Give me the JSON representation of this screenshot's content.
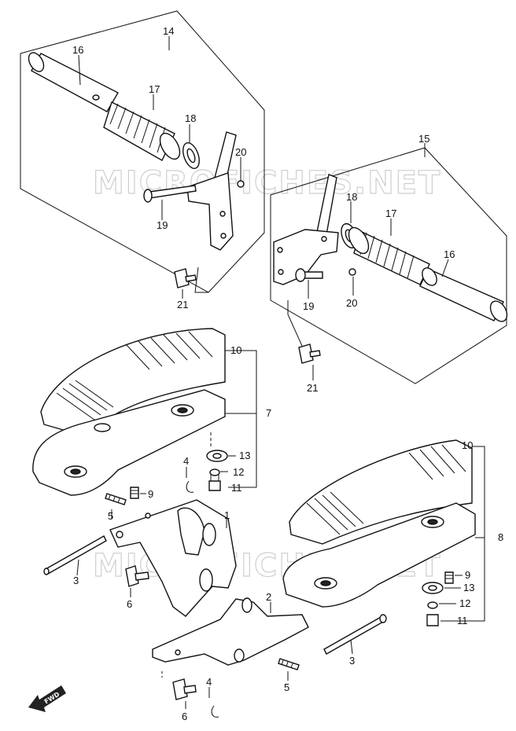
{
  "watermark": "MICROFICHES.NET",
  "fwd_label": "FWD",
  "labels": {
    "l14": "14",
    "l16a": "16",
    "l17a": "17",
    "l18a": "18",
    "l20a": "20",
    "l19a": "19",
    "l21a": "21",
    "l15": "15",
    "l18b": "18",
    "l17b": "17",
    "l16b": "16",
    "l19b": "19",
    "l20b": "20",
    "l21b": "21",
    "l10a": "10",
    "l7": "7",
    "l13a": "13",
    "l4a": "4",
    "l12a": "12",
    "l11a": "11",
    "l9a": "9",
    "l5a": "5",
    "l1": "1",
    "l3a": "3",
    "l6a": "6",
    "l10b": "10",
    "l8": "8",
    "l9b": "9",
    "l13b": "13",
    "l12b": "12",
    "l11b": "11",
    "l2": "2",
    "l3b": "3",
    "l5b": "5",
    "l4b": "4",
    "l6b": "6"
  }
}
